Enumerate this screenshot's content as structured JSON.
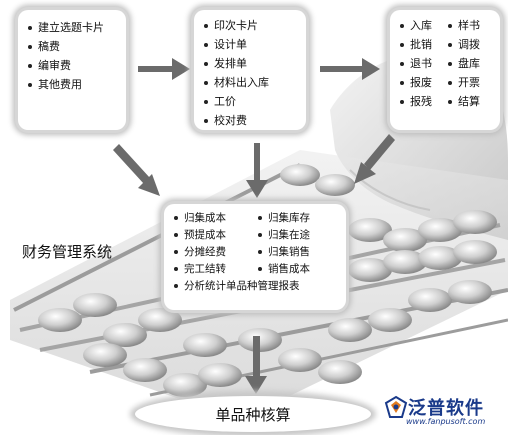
{
  "box_top_left": {
    "items": [
      "建立选题卡片",
      "稿费",
      "编审费",
      "其他费用"
    ]
  },
  "box_top_middle": {
    "items": [
      "印次卡片",
      "设计单",
      "发排单",
      "材料出入库",
      "工价",
      "校对费"
    ]
  },
  "box_top_right": {
    "left_items": [
      "入库",
      "批销",
      "退书",
      "报废",
      "报残"
    ],
    "right_items": [
      "样书",
      "调拨",
      "盘库",
      "开票",
      "结算"
    ]
  },
  "box_center": {
    "left_items": [
      "归集成本",
      "预提成本",
      "分摊经费",
      "完工结转"
    ],
    "right_items": [
      "归集库存",
      "归集在途",
      "归集销售",
      "销售成本"
    ],
    "full_item": "分析统计单品种管理报表"
  },
  "label_finance": "财务管理系统",
  "result_label": "单品种核算",
  "logo": {
    "name": "泛普软件",
    "url": "www.fanpusoft.com",
    "color": "#1a3a8a"
  },
  "colors": {
    "arrow": "#6b6b6b",
    "box_glow": "#bdbdbd"
  }
}
